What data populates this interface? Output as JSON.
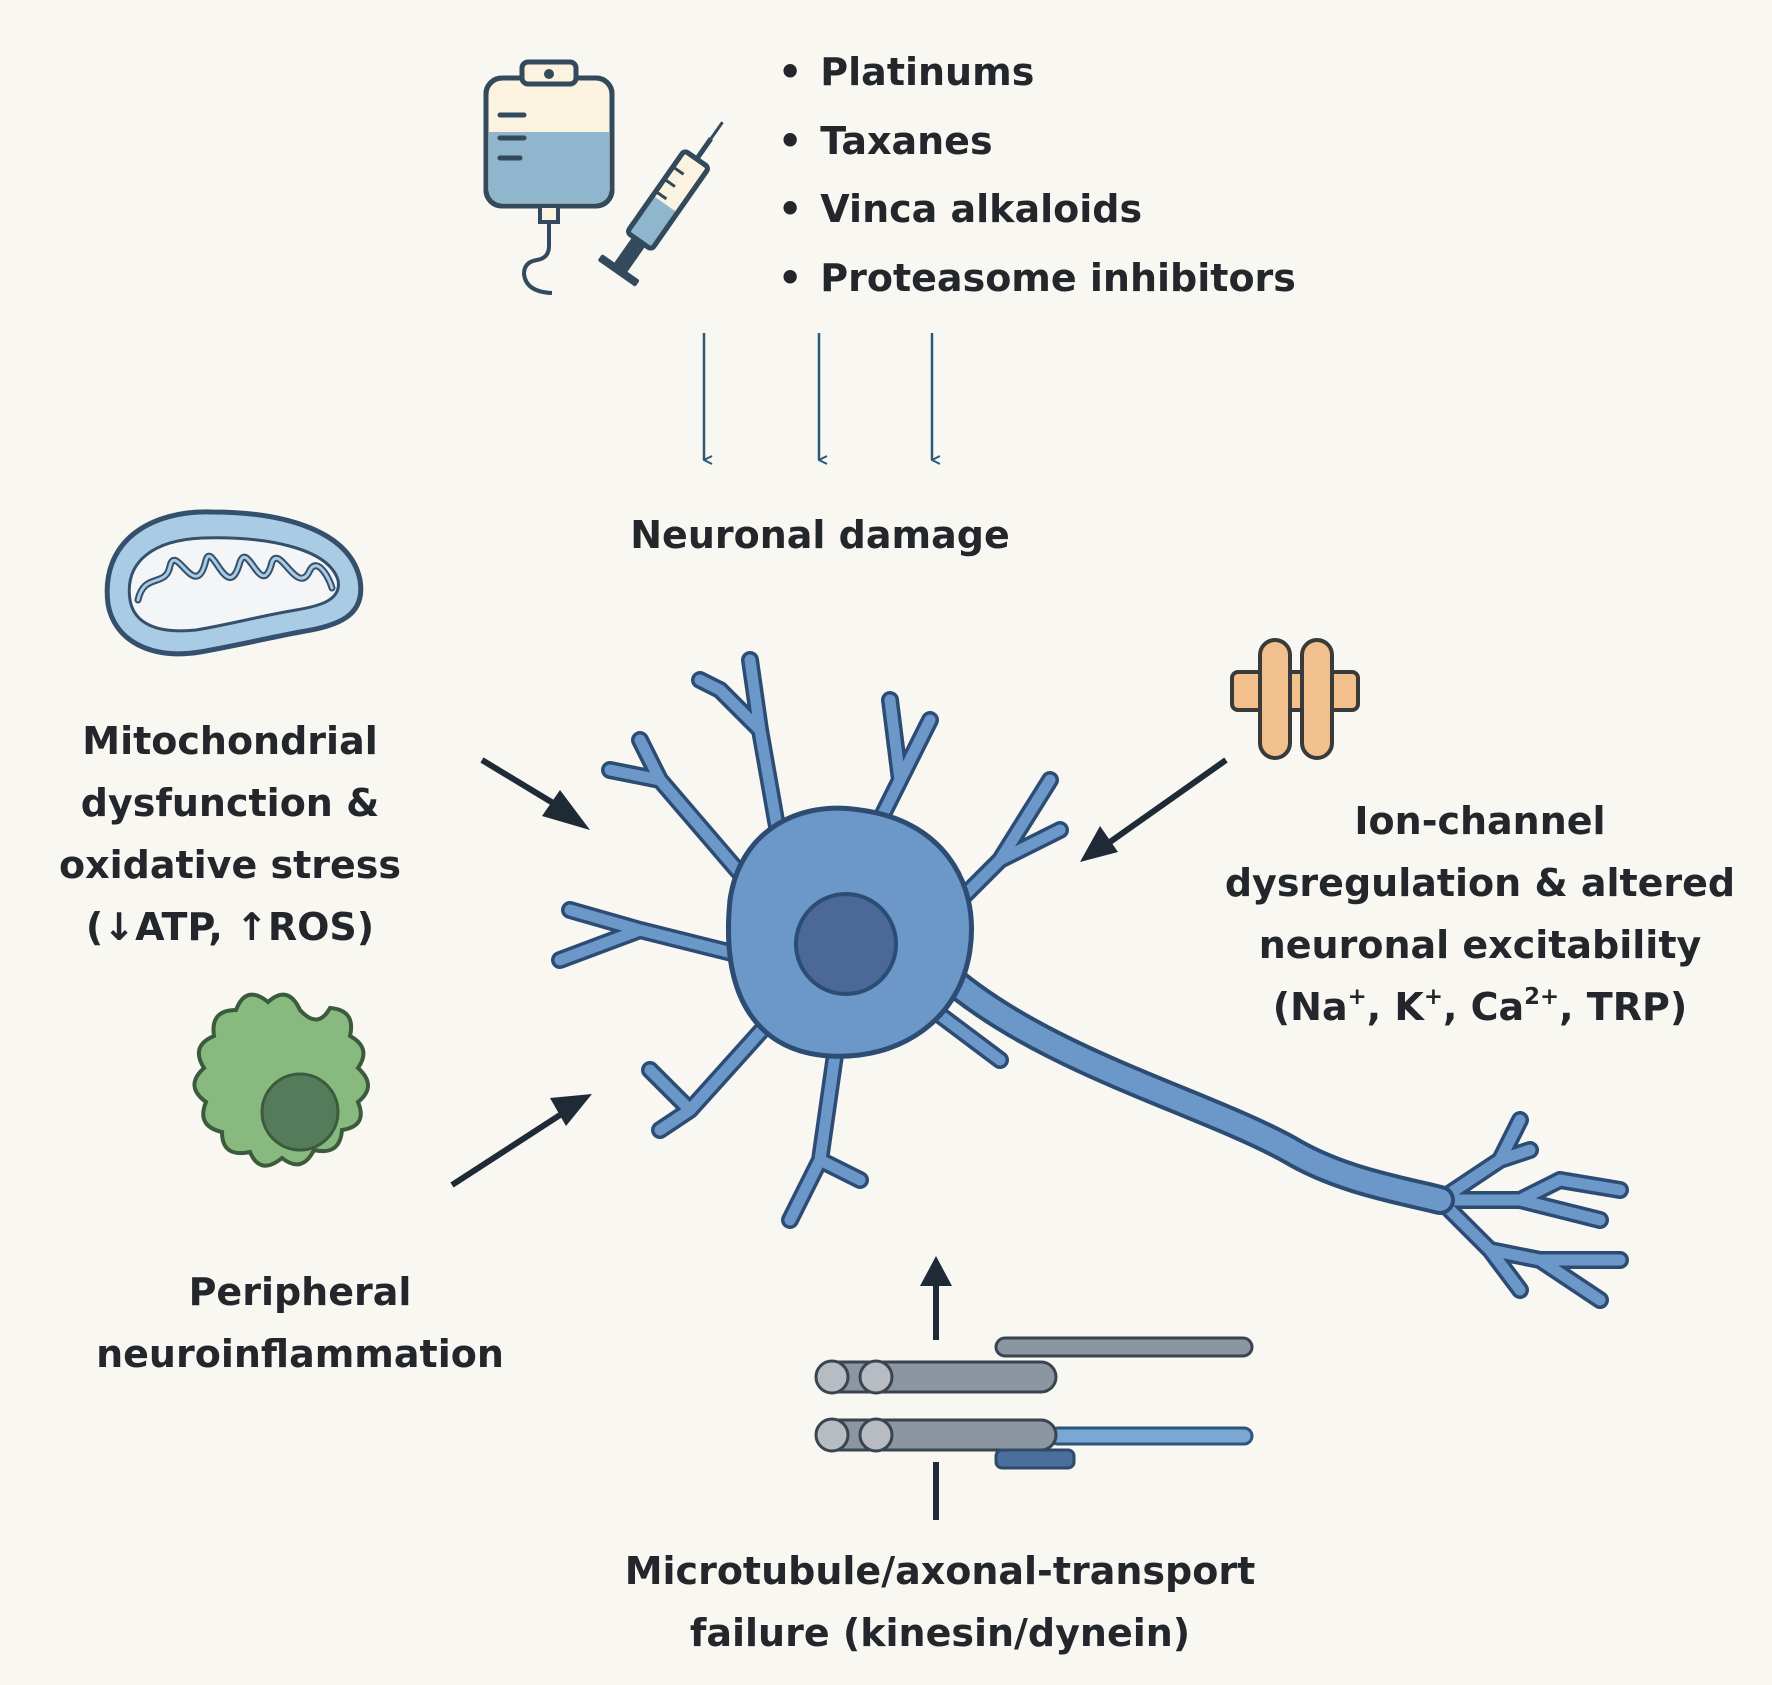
{
  "drugs": {
    "items": [
      "Platinums",
      "Taxanes",
      "Vinca alkaloids",
      "Proteasome inhibitors"
    ]
  },
  "center": {
    "label": "Neuronal damage"
  },
  "mechanisms": {
    "mitochondrial": {
      "lines": [
        "Mitochondrial",
        "dysfunction &",
        "oxidative stress",
        "(↓ATP, ↑ROS)"
      ]
    },
    "inflammation": {
      "lines": [
        "Peripheral",
        "neuroinflammation"
      ]
    },
    "ion_channel": {
      "lines": [
        "Ion-channel",
        "dysregulation & altered",
        "neuronal excitability"
      ],
      "ions": {
        "open": "(Na",
        "na_sup": "+",
        "k": ", K",
        "k_sup": "+",
        "ca": ", Ca",
        "ca_sup": "2+",
        "close": ", TRP)"
      }
    },
    "microtubule": {
      "lines": [
        "Microtubule/axonal-transport",
        "failure (kinesin/dynein)"
      ]
    }
  },
  "icons": [
    "iv-bag-icon",
    "syringe-icon",
    "mitochondrion-icon",
    "immune-cell-icon",
    "ion-channel-icon",
    "microtubule-icon",
    "neuron-icon"
  ],
  "colors": {
    "background": "#f8f7f2",
    "neuron": "#6b98c8",
    "neuron_outline": "#2c4c74",
    "nucleus": "#4b6896",
    "mitochondrion": "#aacbe4",
    "immune_cell": "#88ba80",
    "ion_channel": "#f2c08c",
    "microtubule": "#8c96a0",
    "arrow": "#1f2a36",
    "thin_arrow": "#2a5a78"
  }
}
